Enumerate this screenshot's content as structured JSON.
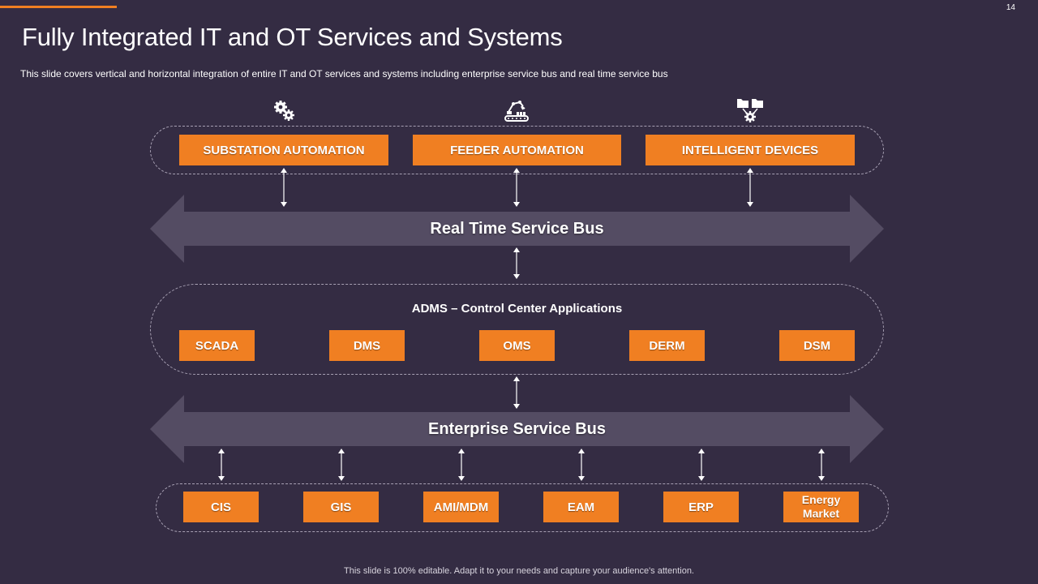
{
  "slide": {
    "page_number": "14",
    "title": "Fully Integrated IT and OT Services and Systems",
    "subtitle": "This slide covers vertical and horizontal integration of entire IT and OT services and systems including enterprise service bus and real time service bus",
    "footer": "This slide is 100% editable. Adapt it to your needs and capture your audience's attention."
  },
  "colors": {
    "background": "#342c43",
    "accent": "#f07f22",
    "bus": "#544c63"
  },
  "top_row": {
    "icons": [
      "gears-icon",
      "robot-arm-conveyor-icon",
      "folders-gear-icon"
    ],
    "items": [
      "SUBSTATION AUTOMATION",
      "FEEDER AUTOMATION",
      "INTELLIGENT DEVICES"
    ]
  },
  "realtime_bus": {
    "label": "Real Time Service Bus"
  },
  "adms": {
    "title": "ADMS – Control Center Applications",
    "items": [
      "SCADA",
      "DMS",
      "OMS",
      "DERM",
      "DSM"
    ]
  },
  "enterprise_bus": {
    "label": "Enterprise Service Bus"
  },
  "bottom_row": {
    "items": [
      "CIS",
      "GIS",
      "AMI/MDM",
      "EAM",
      "ERP",
      "Energy Market"
    ]
  }
}
